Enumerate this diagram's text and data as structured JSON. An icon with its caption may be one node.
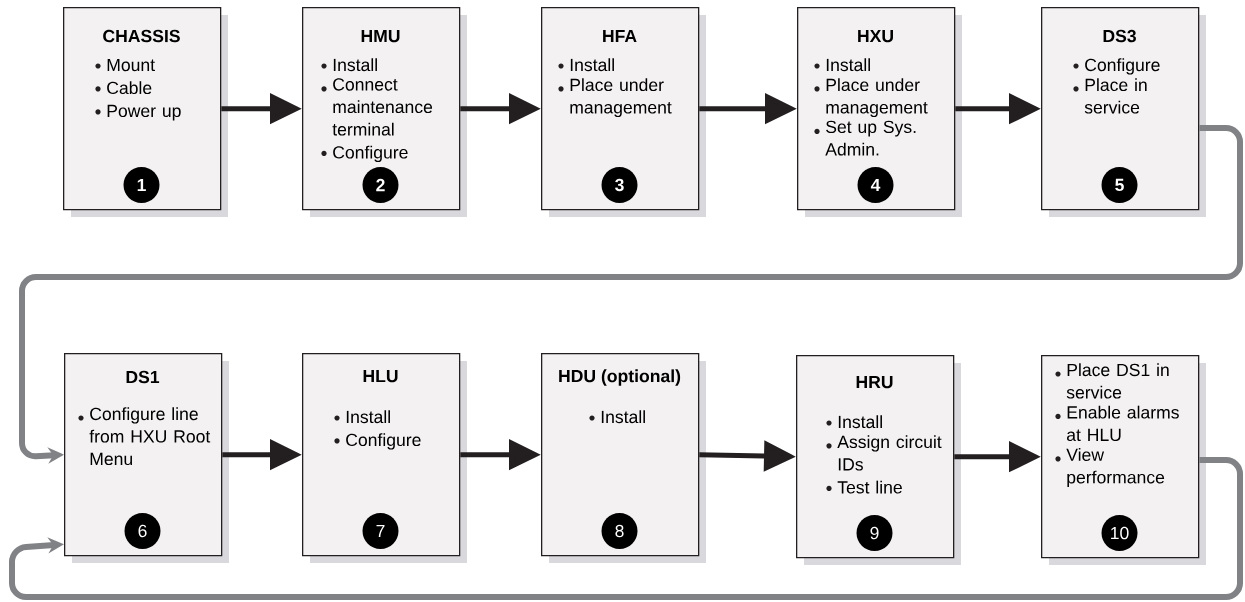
{
  "diagram": {
    "nodes": [
      {
        "text": [
          "CHASSIS",
          "Mount",
          "Cable",
          "Power up",
          "1"
        ]
      },
      {
        "text": [
          "HMU",
          "Install",
          "Connect maintenance terminal",
          "Configure",
          "2"
        ]
      },
      {
        "text": [
          "HFA",
          "Install",
          "Place under management",
          "3"
        ]
      },
      {
        "text": [
          "HXU",
          "Install",
          "Place under management",
          "Set up Sys. Admin.",
          "4"
        ]
      },
      {
        "text": [
          "DS3",
          "Configure",
          "Place in service",
          "5"
        ]
      },
      {
        "text": [
          "DS1",
          "Configure line from HXU Root Menu",
          "6"
        ]
      },
      {
        "text": [
          "HLU",
          "Install",
          "Configure",
          "7"
        ]
      },
      {
        "text": [
          "HDU (optional)",
          "Install",
          "8"
        ]
      },
      {
        "text": [
          "HRU",
          "Install",
          "Assign circuit IDs",
          "Test line",
          "9"
        ]
      },
      {
        "text": [
          "Place DS1 in service",
          "Enable alarms at HLU",
          "View performance",
          "10"
        ]
      }
    ],
    "edges": [
      {
        "from": 0,
        "to": 1,
        "arrow": "to"
      },
      {
        "from": 1,
        "to": 2,
        "arrow": "to"
      },
      {
        "from": 2,
        "to": 3,
        "arrow": "to"
      },
      {
        "from": 3,
        "to": 4,
        "arrow": "to"
      },
      {
        "from": 4,
        "to": 5,
        "arrow": "to",
        "color": "#808285"
      },
      {
        "from": 5,
        "to": 6,
        "arrow": "to"
      },
      {
        "from": 6,
        "to": 7,
        "arrow": "to"
      },
      {
        "from": 7,
        "to": 8,
        "arrow": "to"
      },
      {
        "from": 8,
        "to": 9,
        "arrow": "to"
      },
      {
        "from": 9,
        "to": 5,
        "arrow": "to",
        "color": "#808285"
      }
    ]
  }
}
